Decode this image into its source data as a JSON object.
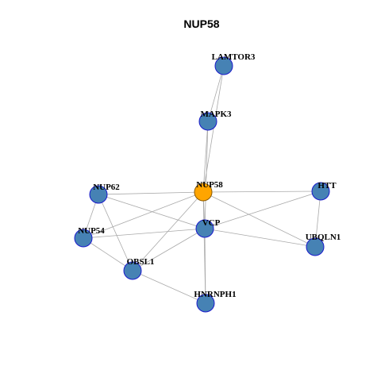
{
  "title": "NUP58",
  "colors": {
    "node_fill": "#4682b4",
    "hub_fill": "#ffa500",
    "node_stroke": "#1a1acc",
    "edge": "#a9a9a9"
  },
  "network": {
    "hub": "NUP58",
    "nodes": [
      "LAMTOR3",
      "MAPK3",
      "NUP58",
      "NUP62",
      "HTT",
      "VCP",
      "NUP54",
      "UBQLN1",
      "OBSL1",
      "HNRNPH1"
    ],
    "edges": [
      [
        "LAMTOR3",
        "MAPK3"
      ],
      [
        "LAMTOR3",
        "NUP58"
      ],
      [
        "MAPK3",
        "NUP58"
      ],
      [
        "MAPK3",
        "VCP"
      ],
      [
        "NUP58",
        "NUP62"
      ],
      [
        "NUP58",
        "HTT"
      ],
      [
        "NUP58",
        "VCP"
      ],
      [
        "NUP58",
        "NUP54"
      ],
      [
        "NUP58",
        "OBSL1"
      ],
      [
        "NUP58",
        "UBQLN1"
      ],
      [
        "NUP58",
        "HNRNPH1"
      ],
      [
        "NUP62",
        "NUP54"
      ],
      [
        "NUP62",
        "OBSL1"
      ],
      [
        "NUP62",
        "VCP"
      ],
      [
        "HTT",
        "VCP"
      ],
      [
        "HTT",
        "UBQLN1"
      ],
      [
        "VCP",
        "NUP54"
      ],
      [
        "VCP",
        "OBSL1"
      ],
      [
        "VCP",
        "UBQLN1"
      ],
      [
        "VCP",
        "HNRNPH1"
      ],
      [
        "NUP54",
        "OBSL1"
      ],
      [
        "OBSL1",
        "HNRNPH1"
      ]
    ]
  }
}
